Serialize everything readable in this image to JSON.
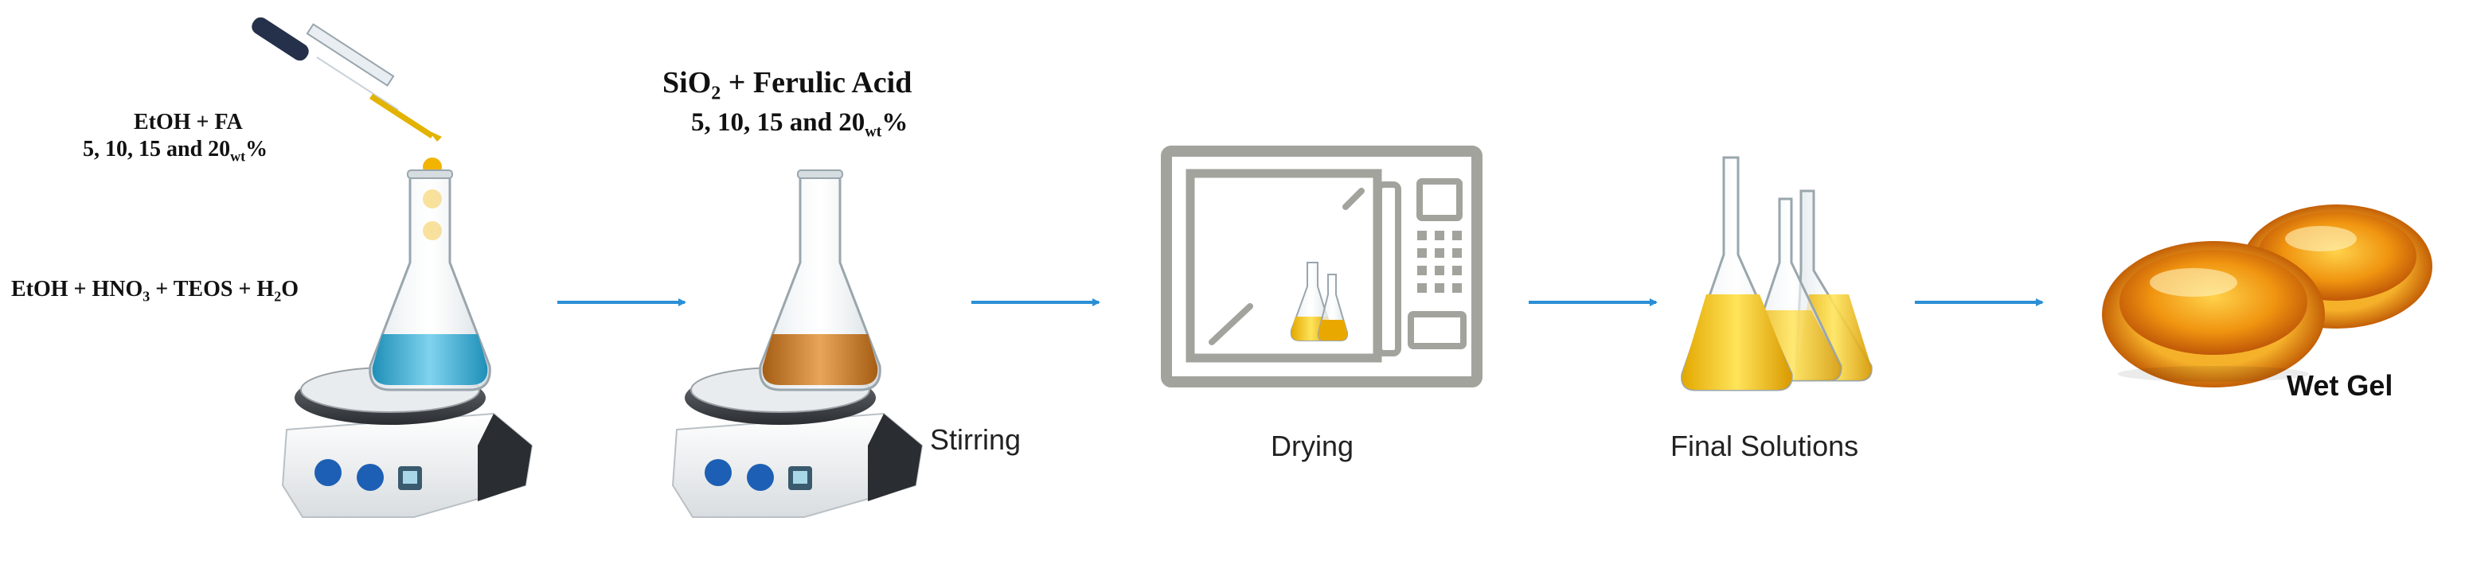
{
  "labels": {
    "ethanol_fa_line1": "EtOH + FA",
    "ethanol_fa_line2_pre": "5, 10, 15 and 20",
    "ethanol_fa_line2_sub": "wt",
    "ethanol_fa_line2_post": "%",
    "precursor_part1": "EtOH + HNO",
    "precursor_sub1": "3",
    "precursor_part2": " + TEOS + H",
    "precursor_sub2": "2",
    "precursor_part3": "O",
    "sio2_part1": "SiO",
    "sio2_sub": "2",
    "sio2_part2": " + Ferulic Acid",
    "sio2_line2_pre": "5, 10, 15 and 20",
    "sio2_line2_sub": "wt",
    "sio2_line2_post": "%",
    "stirring": "Stirring",
    "drying": "Drying",
    "final_solutions": "Final Solutions",
    "wet_gel": "Wet Gel"
  },
  "colors": {
    "arrow": "#2a8fd6",
    "blue_solution": "#39a9d1",
    "amber_solution": "#c9822a",
    "yellow_solution": "#f2c100",
    "oven_gray": "#a3a39d",
    "gel_orange": "#e07a10",
    "dropper_dark": "#25304a"
  }
}
